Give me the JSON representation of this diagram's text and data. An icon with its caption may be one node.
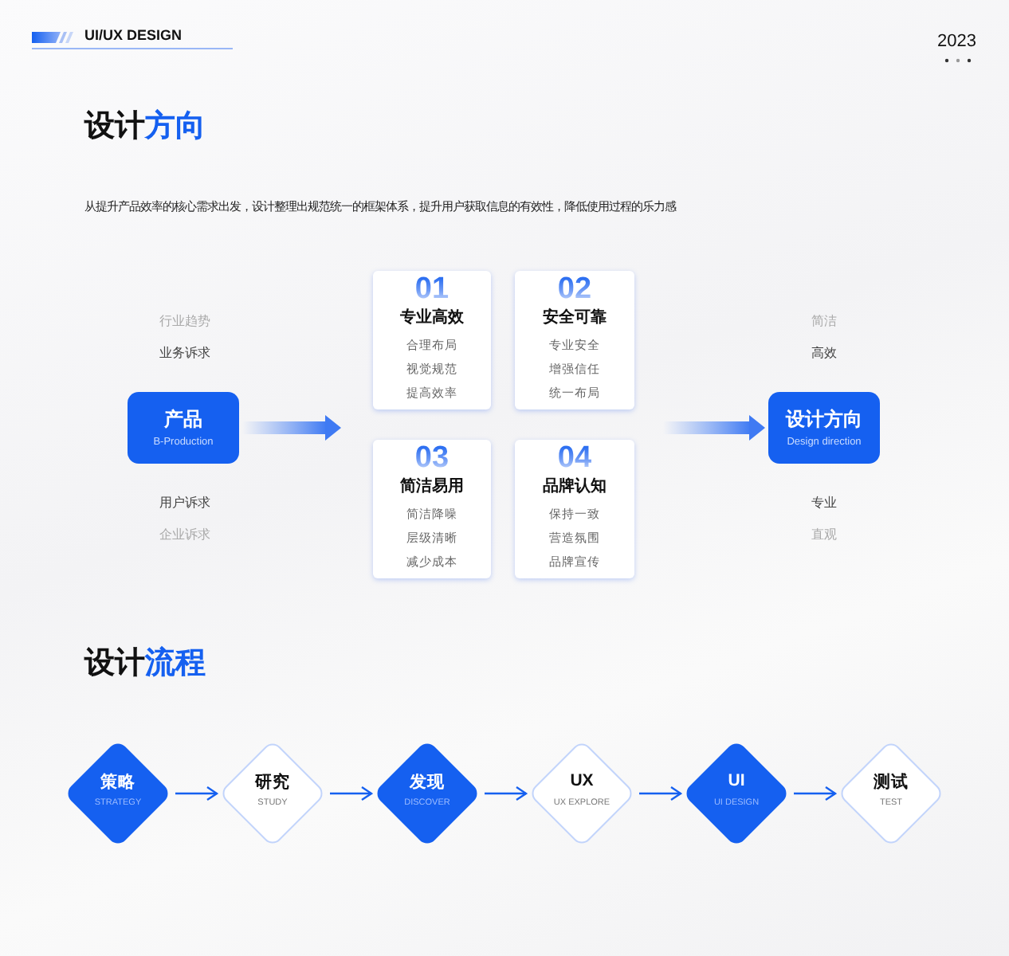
{
  "diagram": {
    "title": "设计方向",
    "nodes": [
      {
        "text": [
          "产品",
          "B-Production"
        ]
      },
      {
        "text": [
          "01",
          "专业高效",
          "合理布局",
          "视觉规范",
          "提高效率"
        ]
      },
      {
        "text": [
          "02",
          "安全可靠",
          "专业安全",
          "增强信任",
          "统一布局"
        ]
      },
      {
        "text": [
          "03",
          "简洁易用",
          "简洁降噪",
          "层级清晰",
          "减少成本"
        ]
      },
      {
        "text": [
          "04",
          "品牌认知",
          "保持一致",
          "营造氛围",
          "品牌宣传"
        ]
      },
      {
        "text": [
          "设计方向",
          "Design direction"
        ]
      },
      {
        "text": [
          "策略",
          "STRATEGY"
        ]
      },
      {
        "text": [
          "研究",
          "STUDY"
        ]
      },
      {
        "text": [
          "发现",
          "DISCOVER"
        ]
      },
      {
        "text": [
          "UX",
          "UX EXPLORE"
        ]
      },
      {
        "text": [
          "UI",
          "UI DESIGN"
        ]
      },
      {
        "text": [
          "测试",
          "TEST"
        ]
      }
    ],
    "edges": [
      {
        "from": 0,
        "to": 1,
        "arrow": "to"
      },
      {
        "from": null,
        "to": 5,
        "arrow": "to"
      },
      {
        "from": 6,
        "to": 7,
        "arrow": "to"
      },
      {
        "from": 7,
        "to": 8,
        "arrow": "to"
      },
      {
        "from": 8,
        "to": 9,
        "arrow": "to"
      },
      {
        "from": 9,
        "to": 10,
        "arrow": "to"
      },
      {
        "from": 10,
        "to": 11,
        "arrow": "to"
      }
    ],
    "labels": [
      "UI/UX DESIGN",
      "2023",
      "从提升产品效率的核心需求出发，设计整理出规范统一的框架体系，提升用户获取信息的有效性，降低使用过程的乐力感",
      "行业趋势",
      "业务诉求",
      "用户诉求",
      "企业诉求",
      "简洁",
      "高效",
      "专业",
      "直观",
      "设计流程"
    ]
  }
}
